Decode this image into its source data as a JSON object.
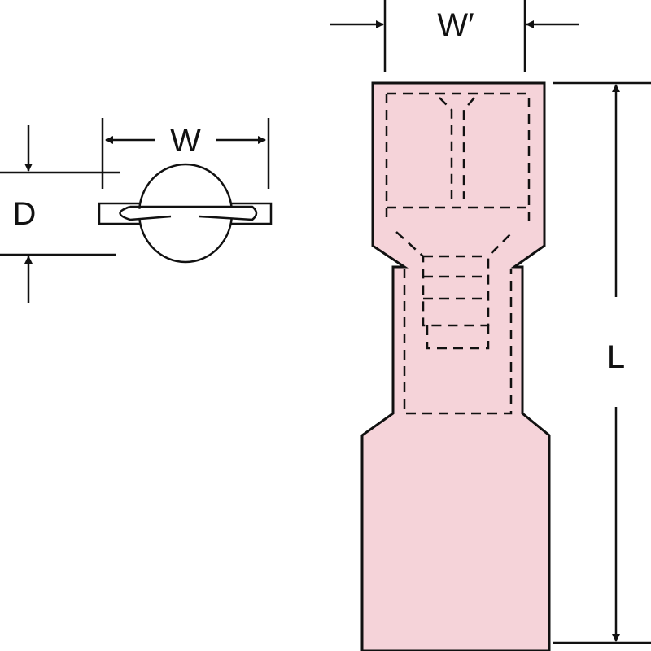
{
  "labels": {
    "width": "W",
    "depth": "D",
    "width_prime": "W′",
    "length": "L"
  },
  "colors": {
    "insulation_fill": "#f5d3d9",
    "line": "#111111"
  }
}
